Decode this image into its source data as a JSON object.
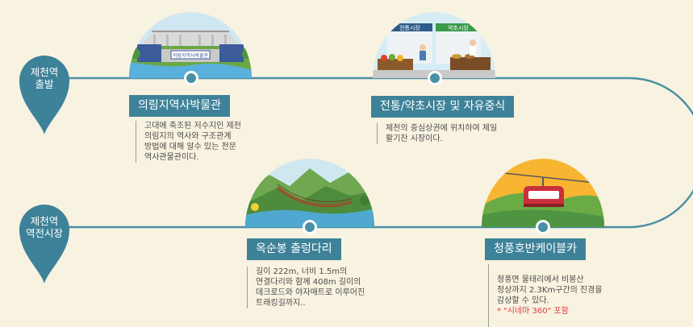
{
  "stations": [
    {
      "label": "제천역\n출발",
      "color": "#3d8299"
    },
    {
      "label": "제천역\n역전시장",
      "color": "#3d8299"
    }
  ],
  "spots": [
    {
      "id": "uirimji",
      "name": "의림지역사박물관",
      "description": "고대에 축조된 저수지인 제천\n의림지의 역사와 구조관계\n방법에 대해 알수 있는 전문\n역사관물관이다.",
      "sign_text": "의림지역사박물관",
      "icon": "museum-scene"
    },
    {
      "id": "market",
      "name": "전통/약초시장 및 자유중식",
      "description": "제천의 중심상권에 위치하여 제일\n활기찬 시장이다.",
      "shop_signs": [
        "전통시장",
        "약초시장"
      ],
      "icon": "market-scene"
    },
    {
      "id": "oksunbong",
      "name": "옥순봉 출렁다리",
      "description": "길이 222m, 너비 1.5m의\n연결다리와 함께 408m 길이의\n데크로드와 야자매트로 이루어진\n트래킹길까지..",
      "icon": "suspension-bridge-scene"
    },
    {
      "id": "cablecar",
      "name": "청풍호반케이블카",
      "description": "청풍면 물태리에서 비봉산\n정상까지 2.3Km구간의 진경을\n감상할 수 있다.",
      "note": "* \"시네마 360\" 포함",
      "icon": "cable-car-scene"
    }
  ],
  "colors": {
    "background": "#f8f2e1",
    "route": "#4a90a4",
    "label": "#3d8299",
    "note": "#e04040"
  }
}
